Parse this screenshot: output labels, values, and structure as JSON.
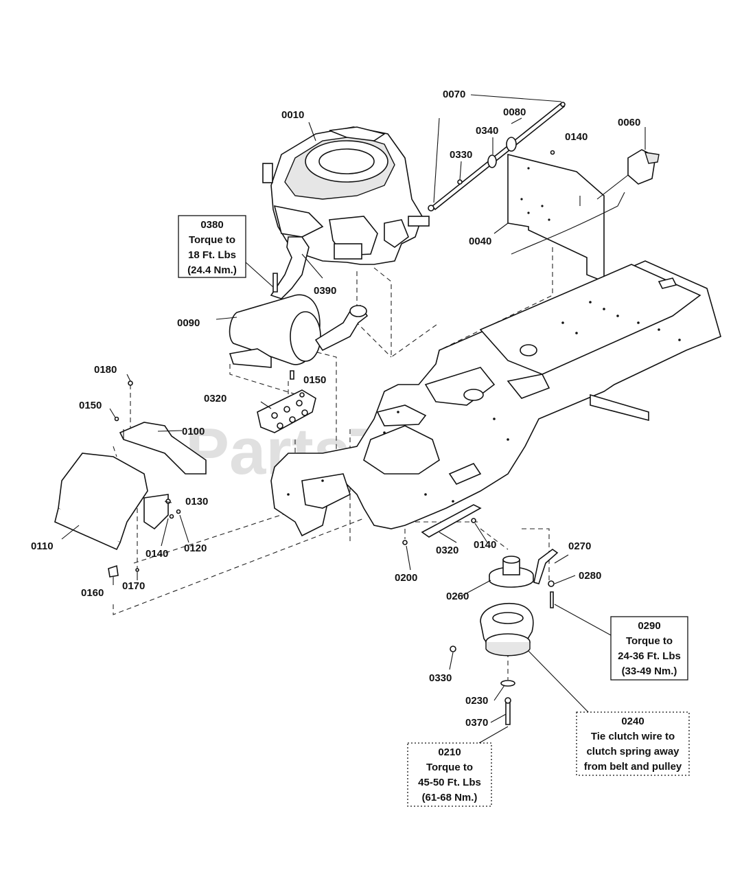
{
  "watermark": "PartsTree",
  "callouts": [
    {
      "id": "c0010",
      "text": "0010"
    },
    {
      "id": "c0070",
      "text": "0070"
    },
    {
      "id": "c0080",
      "text": "0080"
    },
    {
      "id": "c0340",
      "text": "0340"
    },
    {
      "id": "c0140a",
      "text": "0140"
    },
    {
      "id": "c0060",
      "text": "0060"
    },
    {
      "id": "c0330a",
      "text": "0330"
    },
    {
      "id": "c0040",
      "text": "0040"
    },
    {
      "id": "c0390",
      "text": "0390"
    },
    {
      "id": "c0090",
      "text": "0090"
    },
    {
      "id": "c0180",
      "text": "0180"
    },
    {
      "id": "c0150a",
      "text": "0150"
    },
    {
      "id": "c0150b",
      "text": "0150"
    },
    {
      "id": "c0320a",
      "text": "0320"
    },
    {
      "id": "c0100",
      "text": "0100"
    },
    {
      "id": "c0130",
      "text": "0130"
    },
    {
      "id": "c0110",
      "text": "0110"
    },
    {
      "id": "c0140b",
      "text": "0140"
    },
    {
      "id": "c0120",
      "text": "0120"
    },
    {
      "id": "c0160",
      "text": "0160"
    },
    {
      "id": "c0170",
      "text": "0170"
    },
    {
      "id": "c0200",
      "text": "0200"
    },
    {
      "id": "c0320b",
      "text": "0320"
    },
    {
      "id": "c0140c",
      "text": "0140"
    },
    {
      "id": "c0270",
      "text": "0270"
    },
    {
      "id": "c0280",
      "text": "0280"
    },
    {
      "id": "c0260",
      "text": "0260"
    },
    {
      "id": "c0330b",
      "text": "0330"
    },
    {
      "id": "c0230",
      "text": "0230"
    },
    {
      "id": "c0370",
      "text": "0370"
    }
  ],
  "notes": {
    "n0380": [
      "0380",
      "Torque to",
      "18 Ft. Lbs",
      "(24.4 Nm.)"
    ],
    "n0290": [
      "0290",
      "Torque to",
      "24-36 Ft. Lbs",
      "(33-49 Nm.)"
    ],
    "n0240": [
      "0240",
      "Tie clutch wire to",
      "clutch spring away",
      "from belt and pulley"
    ],
    "n0210": [
      "0210",
      "Torque to",
      "45-50 Ft. Lbs",
      "(61-68 Nm.)"
    ]
  }
}
